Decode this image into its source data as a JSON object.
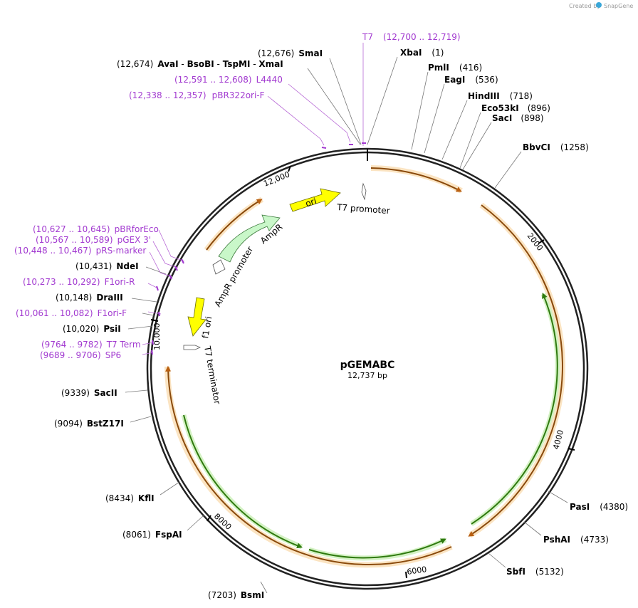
{
  "plasmid": {
    "name": "pGEMABC",
    "size": "12,737 bp"
  },
  "watermark": {
    "text": "Created by",
    "brand": "SnapGene"
  },
  "colors": {
    "enzyme": "#000000",
    "primer": "#a23ad0",
    "orange_feature": "#e8a34a",
    "green_feature": "#4f9a1f",
    "ori": "#ffff00",
    "ampr": "#c9f7c9",
    "backbone": "#222222"
  },
  "ticks": [
    {
      "label": "2000"
    },
    {
      "label": "4000"
    },
    {
      "label": "6000"
    },
    {
      "label": "8000"
    },
    {
      "label": "10,000"
    },
    {
      "label": "12,000"
    }
  ],
  "labels": {
    "t7": {
      "name": "T7",
      "pos": "(12,700 .. 12,719)"
    },
    "xbai": {
      "name": "XbaI",
      "pos": "(1)"
    },
    "smai": {
      "name": "SmaI",
      "pos": "(12,676)"
    },
    "avai": {
      "pos": "(12,674)",
      "n1": "AvaI",
      "sep1": " - ",
      "n2": "BsoBI",
      "sep2": " - ",
      "n3": "TspMI",
      "sep3": " - ",
      "n4": "XmaI"
    },
    "l4440": {
      "name": "L4440",
      "pos": "(12,591 .. 12,608)"
    },
    "pbr322": {
      "name": "pBR322ori-F",
      "pos": "(12,338 .. 12,357)"
    },
    "pmli": {
      "name": "PmlI",
      "pos": "(416)"
    },
    "eagi": {
      "name": "EagI",
      "pos": "(536)"
    },
    "hindiii": {
      "name": "HindIII",
      "pos": "(718)"
    },
    "eco53ki": {
      "name": "Eco53kI",
      "pos": "(896)"
    },
    "saci": {
      "name": "SacI",
      "pos": "(898)"
    },
    "bbvci": {
      "name": "BbvCI",
      "pos": "(1258)"
    },
    "pasi": {
      "name": "PasI",
      "pos": "(4380)"
    },
    "pshai": {
      "name": "PshAI",
      "pos": "(4733)"
    },
    "sbfi": {
      "name": "SbfI",
      "pos": "(5132)"
    },
    "bsmi": {
      "name": "BsmI",
      "pos": "(7203)"
    },
    "fspai": {
      "name": "FspAI",
      "pos": "(8061)"
    },
    "kfli": {
      "name": "KflI",
      "pos": "(8434)"
    },
    "bstz17i": {
      "name": "BstZ17I",
      "pos": "(9094)"
    },
    "sacii": {
      "name": "SacII",
      "pos": "(9339)"
    },
    "sp6": {
      "name": "SP6",
      "pos": "(9689 .. 9706)"
    },
    "t7term": {
      "name": "T7 Term",
      "pos": "(9764 .. 9782)"
    },
    "psii": {
      "name": "PsiI",
      "pos": "(10,020)"
    },
    "f1orif": {
      "name": "F1ori-F",
      "pos": "(10,061 .. 10,082)"
    },
    "draiii": {
      "name": "DraIII",
      "pos": "(10,148)"
    },
    "f1orir": {
      "name": "F1ori-R",
      "pos": "(10,273 .. 10,292)"
    },
    "ndei": {
      "name": "NdeI",
      "pos": "(10,431)"
    },
    "prsmarker": {
      "name": "pRS-marker",
      "pos": "(10,448 .. 10,467)"
    },
    "pgex3": {
      "name": "pGEX 3'",
      "pos": "(10,567 .. 10,589)"
    },
    "pbrforeco": {
      "name": "pBRforEco",
      "pos": "(10,627 .. 10,645)"
    }
  },
  "features": {
    "ori": "ori",
    "t7_promoter": "T7 promoter",
    "ampr": "AmpR",
    "ampr_promoter": "AmpR promoter",
    "f1_ori": "f1 ori",
    "t7_terminator": "T7 terminator"
  }
}
